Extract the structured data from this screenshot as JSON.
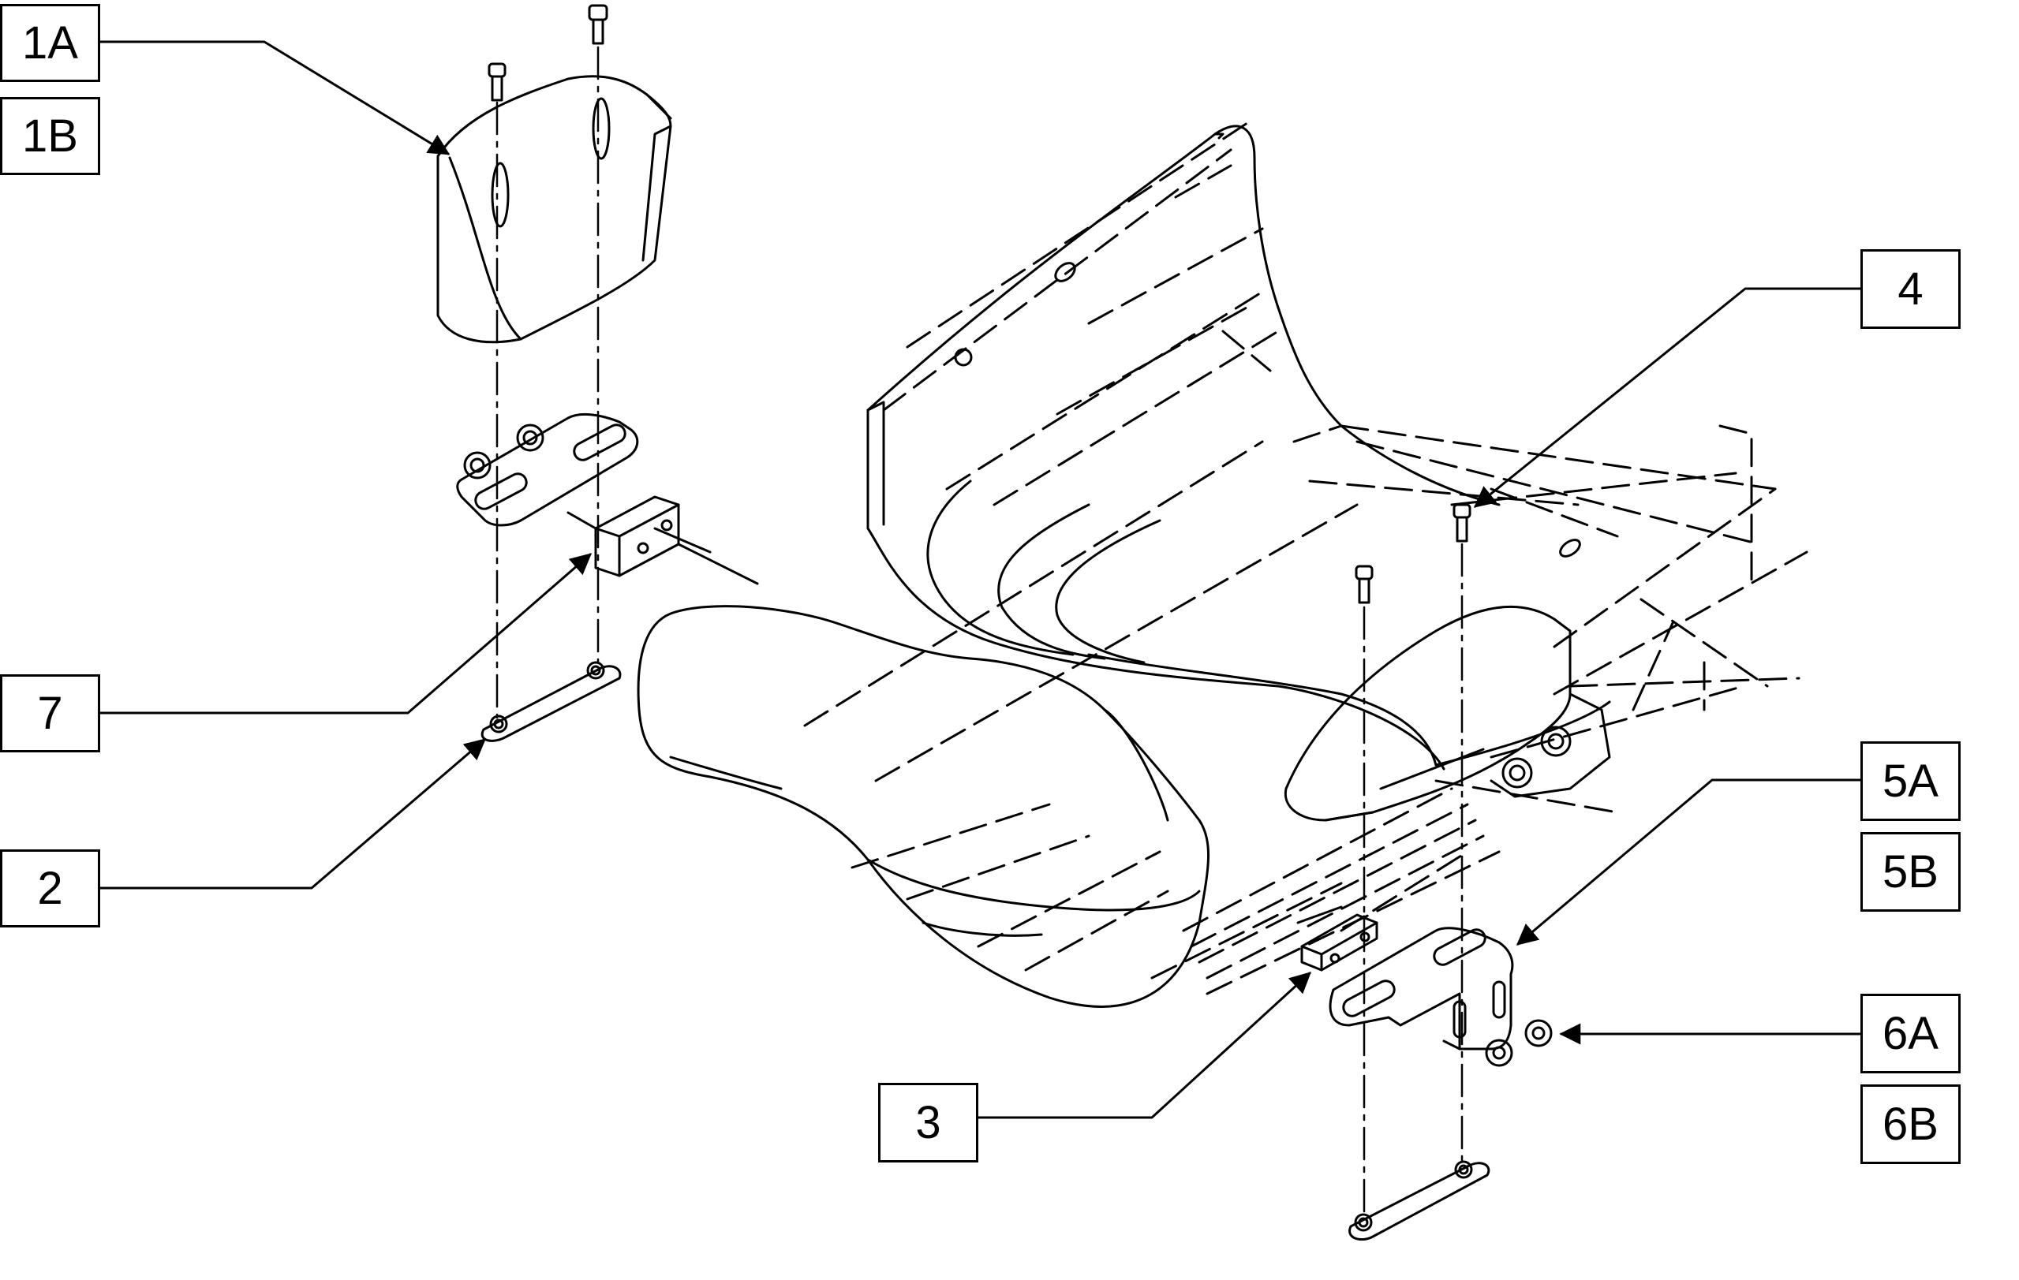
{
  "diagram": {
    "callouts": {
      "c1A": "1A",
      "c1B": "1B",
      "c7": "7",
      "c2": "2",
      "c4": "4",
      "c5A": "5A",
      "c5B": "5B",
      "c6A": "6A",
      "c6B": "6B",
      "c3": "3"
    }
  }
}
